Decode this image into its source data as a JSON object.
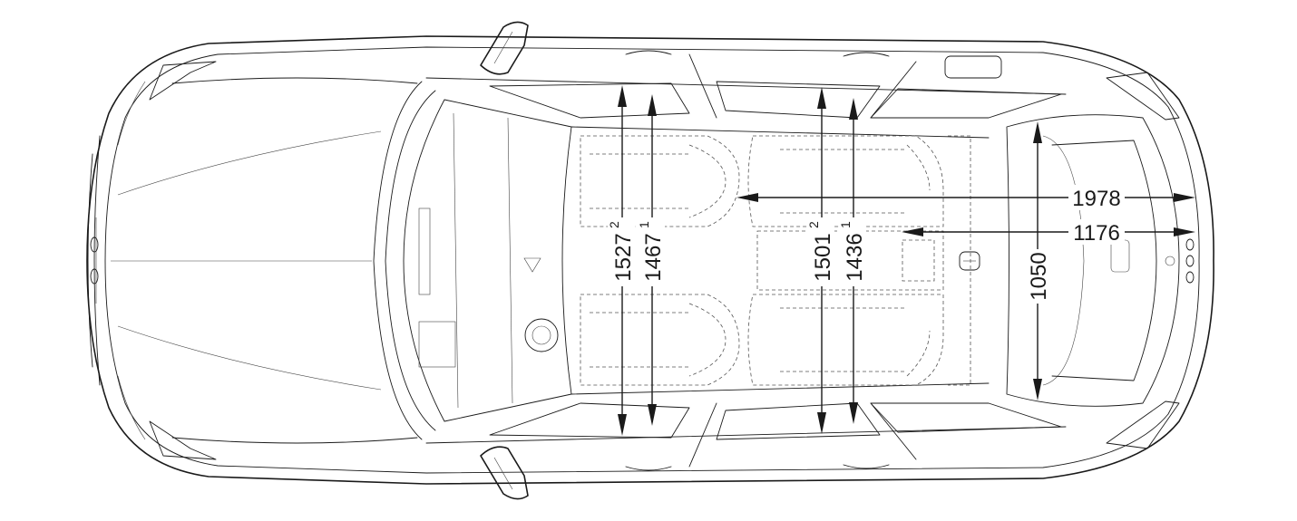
{
  "dimensions": {
    "front_shoulder": {
      "value": "1527",
      "note": "2"
    },
    "front_elbow": {
      "value": "1467",
      "note": "1"
    },
    "rear_shoulder": {
      "value": "1501",
      "note": "2"
    },
    "rear_elbow": {
      "value": "1436",
      "note": "1"
    },
    "load_length": {
      "value": "1978"
    },
    "load_length_short": {
      "value": "1176"
    },
    "load_width": {
      "value": "1050"
    }
  }
}
